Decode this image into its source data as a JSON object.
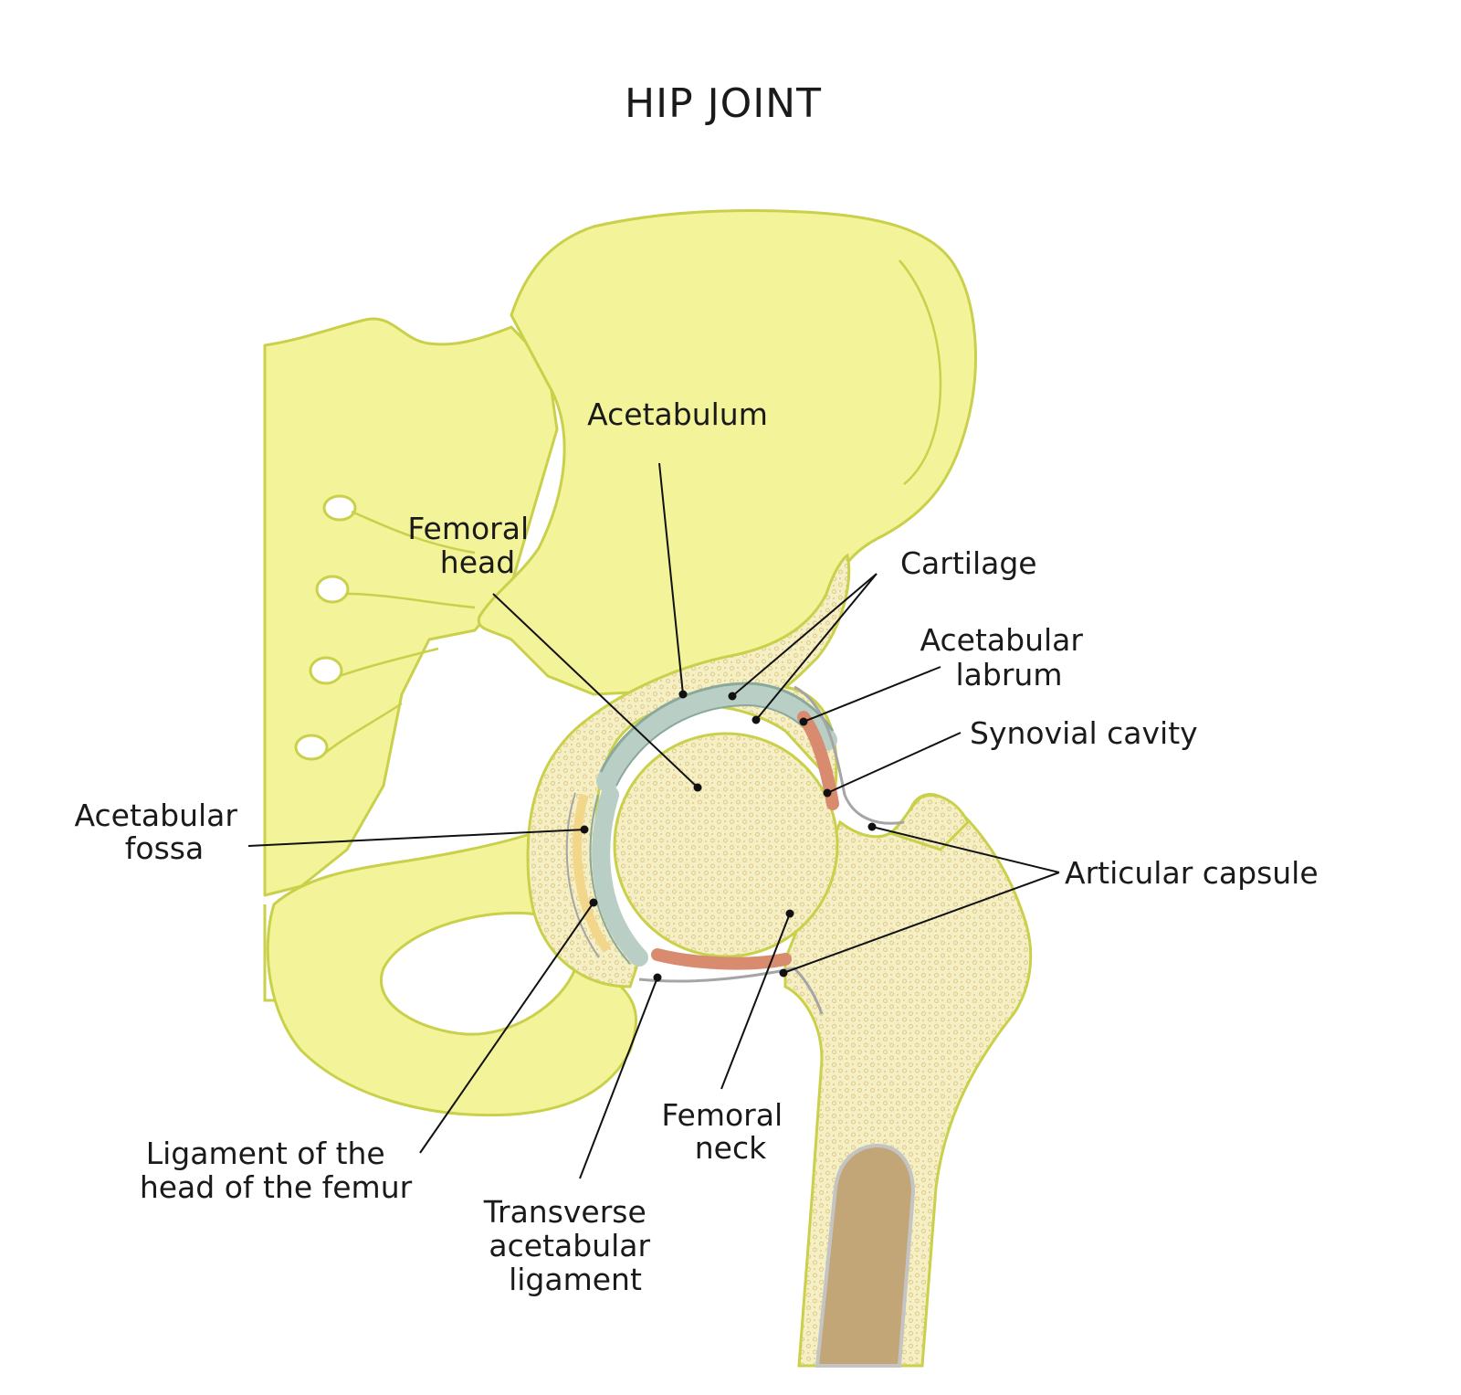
{
  "title": "HIP JOINT",
  "colors": {
    "bone_fill": "#f3f39a",
    "bone_outline": "#c9d04a",
    "spongy_fill": "#f4efc4",
    "spongy_dot": "#e2c985",
    "cartilage": "#b9cfc5",
    "labrum": "#d98b6f",
    "capsule": "#a5a5a5",
    "marrow": "#c3a677",
    "leader_line": "#111111"
  },
  "labels": {
    "acetabulum": "Acetabulum",
    "femoral_head": [
      "Femoral",
      "head"
    ],
    "cartilage": "Cartilage",
    "acetabular_labrum": [
      "Acetabular",
      "labrum"
    ],
    "synovial_cavity": "Synovial cavity",
    "acetabular_fossa": [
      "Acetabular",
      "fossa"
    ],
    "articular_capsule": "Articular capsule",
    "ligament_head_femur": [
      "Ligament of the",
      "head of the femur"
    ],
    "femoral_neck": [
      "Femoral",
      "neck"
    ],
    "transverse_ligament": [
      "Transverse",
      "acetabular",
      "ligament"
    ]
  }
}
